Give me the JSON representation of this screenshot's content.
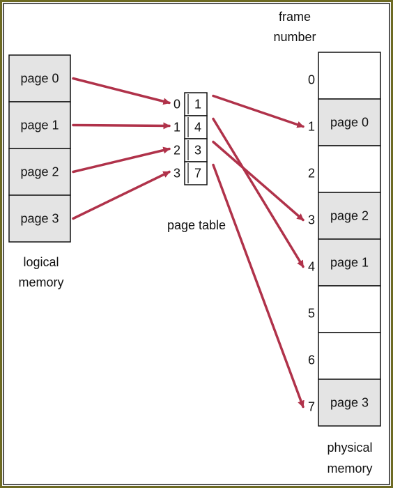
{
  "colors": {
    "border_outer": "#6d6a23",
    "border_inner": "#1f1f1f",
    "page_fill": "#e4e4e4",
    "empty_fill": "#ffffff",
    "box_stroke": "#111111",
    "arrow": "#b0324a"
  },
  "logical_memory": {
    "pages": [
      "page 0",
      "page 1",
      "page 2",
      "page 3"
    ],
    "caption": [
      "logical",
      "memory"
    ]
  },
  "page_table": {
    "indices": [
      "0",
      "1",
      "2",
      "3"
    ],
    "frames": [
      "1",
      "4",
      "3",
      "7"
    ],
    "caption": "page table"
  },
  "physical_memory": {
    "header": [
      "frame",
      "number"
    ],
    "frame_numbers": [
      "0",
      "1",
      "2",
      "3",
      "4",
      "5",
      "6",
      "7"
    ],
    "contents": [
      "",
      "page 0",
      "",
      "page 2",
      "page 1",
      "",
      "",
      "page 3"
    ],
    "caption": [
      "physical",
      "memory"
    ]
  },
  "mappings": [
    {
      "page": 0,
      "frame": 1
    },
    {
      "page": 1,
      "frame": 4
    },
    {
      "page": 2,
      "frame": 3
    },
    {
      "page": 3,
      "frame": 7
    }
  ]
}
